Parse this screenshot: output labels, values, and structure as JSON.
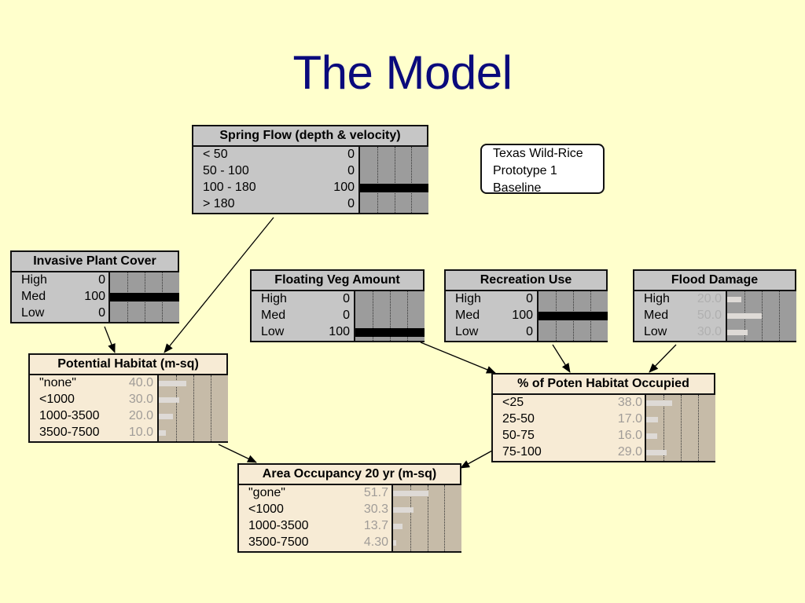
{
  "title": "The Model",
  "note": [
    "Texas Wild-Rice",
    "Prototype 1",
    "Baseline"
  ],
  "nodes": {
    "spring_flow": {
      "title": "Spring Flow (depth & velocity)",
      "states": [
        {
          "label": "< 50",
          "value": "0",
          "fraction": 0
        },
        {
          "label": "50 - 100",
          "value": "0",
          "fraction": 0
        },
        {
          "label": "100 - 180",
          "value": "100",
          "fraction": 1
        },
        {
          "label": "> 180",
          "value": "0",
          "fraction": 0
        }
      ]
    },
    "invasive_plant_cover": {
      "title": "Invasive Plant Cover",
      "states": [
        {
          "label": "High",
          "value": "0",
          "fraction": 0
        },
        {
          "label": "Med",
          "value": "100",
          "fraction": 1
        },
        {
          "label": "Low",
          "value": "0",
          "fraction": 0
        }
      ]
    },
    "floating_veg_amount": {
      "title": "Floating Veg Amount",
      "states": [
        {
          "label": "High",
          "value": "0",
          "fraction": 0
        },
        {
          "label": "Med",
          "value": "0",
          "fraction": 0
        },
        {
          "label": "Low",
          "value": "100",
          "fraction": 1
        }
      ]
    },
    "recreation_use": {
      "title": "Recreation Use",
      "states": [
        {
          "label": "High",
          "value": "0",
          "fraction": 0
        },
        {
          "label": "Med",
          "value": "100",
          "fraction": 1
        },
        {
          "label": "Low",
          "value": "0",
          "fraction": 0
        }
      ]
    },
    "flood_damage": {
      "title": "Flood Damage",
      "states": [
        {
          "label": "High",
          "value": "20.0",
          "fraction": 0.2
        },
        {
          "label": "Med",
          "value": "50.0",
          "fraction": 0.5
        },
        {
          "label": "Low",
          "value": "30.0",
          "fraction": 0.3
        }
      ]
    },
    "potential_habitat": {
      "title": "Potential Habitat (m-sq)",
      "states": [
        {
          "label": "\"none\"",
          "value": "40.0",
          "fraction": 0.4
        },
        {
          "label": "<1000",
          "value": "30.0",
          "fraction": 0.3
        },
        {
          "label": "1000-3500",
          "value": "20.0",
          "fraction": 0.2
        },
        {
          "label": "3500-7500",
          "value": "10.0",
          "fraction": 0.1
        }
      ]
    },
    "habitat_occupied": {
      "title": "% of Poten Habitat Occupied",
      "states": [
        {
          "label": "<25",
          "value": "38.0",
          "fraction": 0.38
        },
        {
          "label": "25-50",
          "value": "17.0",
          "fraction": 0.17
        },
        {
          "label": "50-75",
          "value": "16.0",
          "fraction": 0.16
        },
        {
          "label": "75-100",
          "value": "29.0",
          "fraction": 0.29
        }
      ]
    },
    "area_occupancy": {
      "title": "Area Occupancy 20 yr (m-sq)",
      "states": [
        {
          "label": "\"gone\"",
          "value": "51.7",
          "fraction": 0.517
        },
        {
          "label": "<1000",
          "value": "30.3",
          "fraction": 0.303
        },
        {
          "label": "1000-3500",
          "value": "13.7",
          "fraction": 0.137
        },
        {
          "label": "3500-7500",
          "value": "4.30",
          "fraction": 0.043
        }
      ]
    }
  },
  "edges": [
    {
      "from": "spring_flow",
      "to": "potential_habitat"
    },
    {
      "from": "invasive_plant_cover",
      "to": "potential_habitat"
    },
    {
      "from": "floating_veg_amount",
      "to": "habitat_occupied"
    },
    {
      "from": "recreation_use",
      "to": "habitat_occupied"
    },
    {
      "from": "flood_damage",
      "to": "habitat_occupied"
    },
    {
      "from": "potential_habitat",
      "to": "area_occupancy"
    },
    {
      "from": "habitat_occupied",
      "to": "area_occupancy"
    }
  ]
}
